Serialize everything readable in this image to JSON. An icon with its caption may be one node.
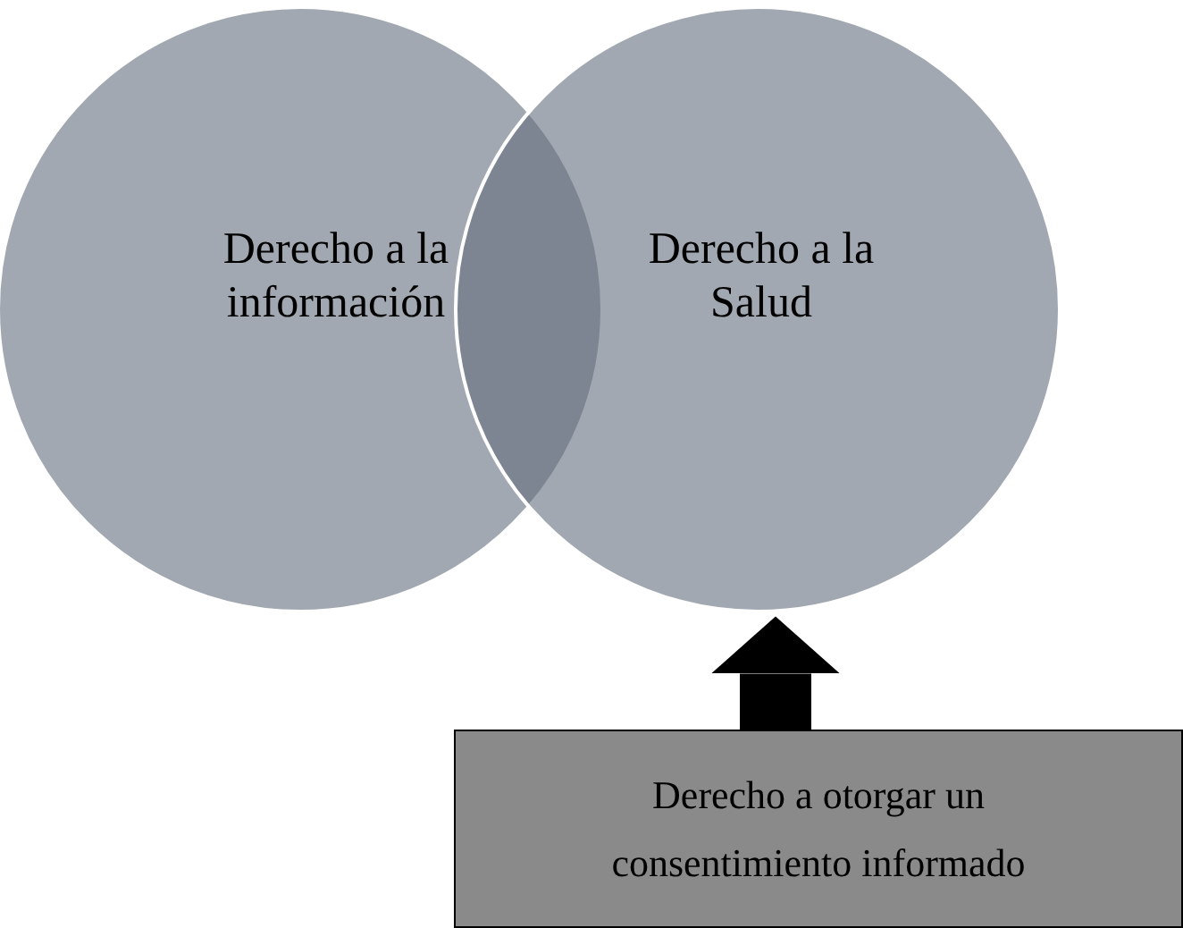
{
  "diagram": {
    "nodes": [
      {
        "text": [
          "Derecho a la información"
        ]
      },
      {
        "text": [
          "Derecho a la Salud"
        ]
      },
      {
        "text": [
          "Derecho a otorgar un consentimiento informado"
        ]
      }
    ],
    "edges": [
      {
        "from": 2,
        "to": 1,
        "arrow": "to"
      }
    ]
  }
}
